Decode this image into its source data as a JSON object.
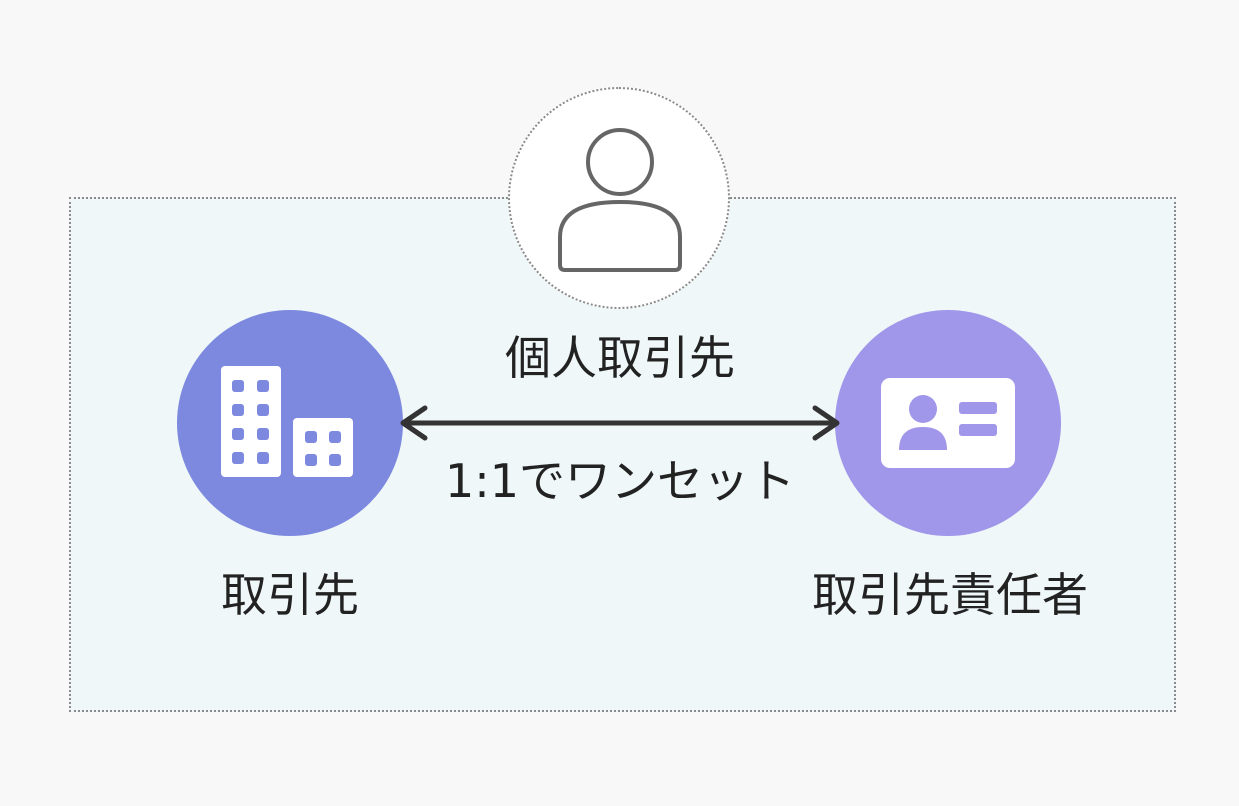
{
  "diagram": {
    "person": {
      "label": "個人取引先",
      "icon": "person-icon"
    },
    "company": {
      "label": "取引先",
      "icon": "building-icon",
      "color": "#7c89df"
    },
    "contact": {
      "label": "取引先責任者",
      "icon": "id-card-icon",
      "color": "#a096ea"
    },
    "relation": {
      "label": "1:1でワンセット",
      "direction": "bidirectional"
    },
    "colors": {
      "group_background": "#eff7f8",
      "border": "#8a8a8a",
      "text": "#222222",
      "arrow": "#333333"
    }
  }
}
